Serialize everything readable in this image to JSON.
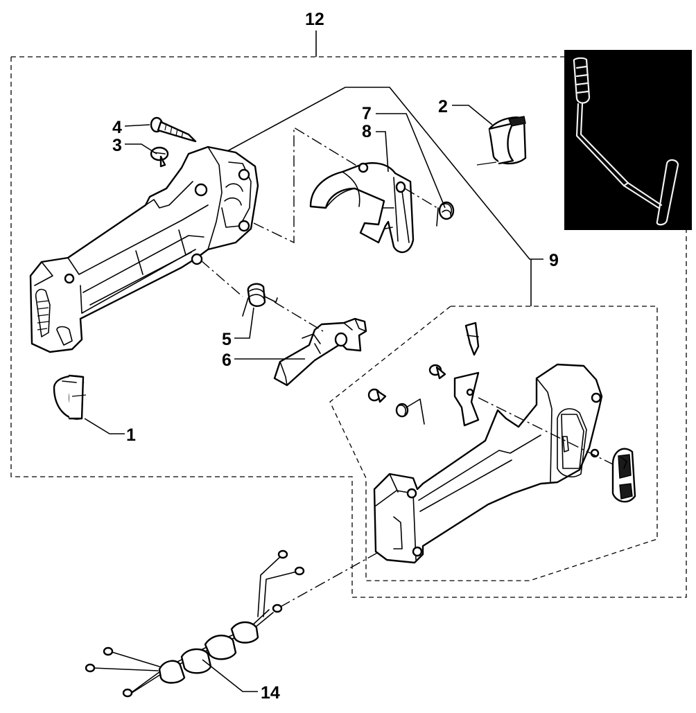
{
  "labels": {
    "p1": "1",
    "p2": "2",
    "p3": "3",
    "p4": "4",
    "p5": "5",
    "p6": "6",
    "p7": "7",
    "p8": "8",
    "p9": "9",
    "p12": "12",
    "p14": "14"
  },
  "colors": {
    "line": "#000000",
    "background": "#ffffff",
    "inset_background": "#000000",
    "inset_line": "#f2f2f2"
  },
  "icons": {
    "inset": "handle-assembly-thumbnail"
  }
}
